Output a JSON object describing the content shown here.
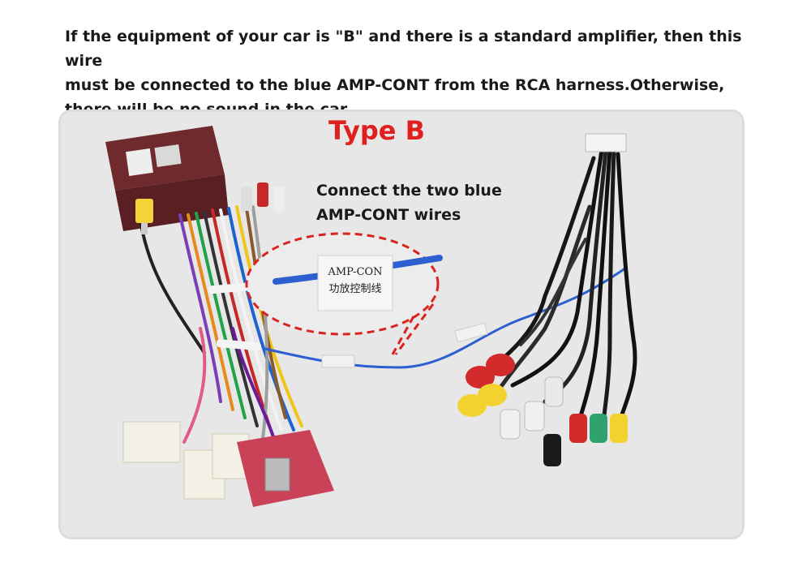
{
  "intro": {
    "line1": "If the equipment of your car is \"B\" and there is a standard amplifier, then this wire",
    "line2": "must be connected to the blue AMP-CONT from the RCA harness.Otherwise,",
    "line3": "there will be no sound in the car."
  },
  "photo": {
    "type_title": "Type B",
    "callout_line1": "Connect the two blue",
    "callout_line2": "AMP-CONT wires",
    "zoom_tag_line1": "AMP-CON",
    "zoom_tag_line2": "功放控制线",
    "colors": {
      "title_red": "#e0201f",
      "wire_blue": "#2d5fd1",
      "dashed_circle": "#d8231f",
      "panel_bg": "#e7e7e7"
    }
  }
}
